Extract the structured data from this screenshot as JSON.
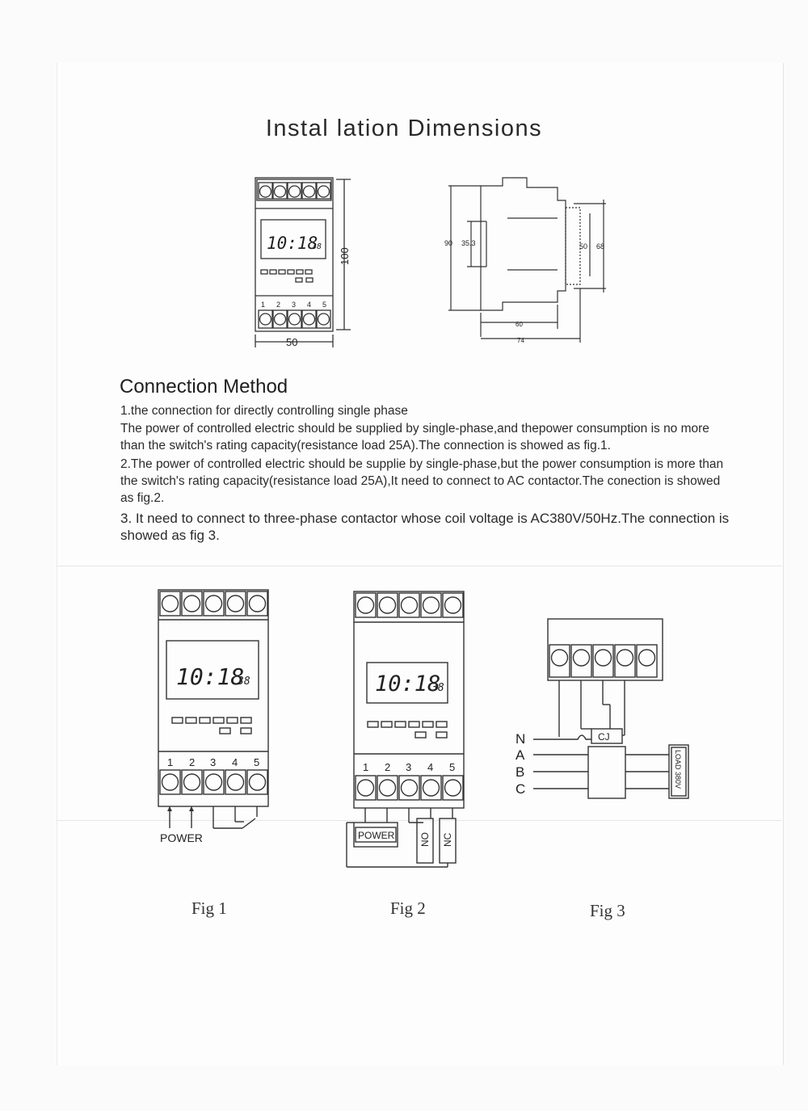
{
  "title": "Instal lation Dimensions",
  "dimensions": {
    "front": {
      "lcd_time": "10:18",
      "lcd_sec": "38",
      "terminals": [
        "1",
        "2",
        "3",
        "4",
        "5"
      ],
      "width": "50",
      "height": "100"
    },
    "side": {
      "height_90": "90",
      "height_35_3": "35.3",
      "height_50": "50",
      "height_68": "68",
      "width_60": "60",
      "width_74": "74"
    }
  },
  "connection": {
    "heading": "Connection Method",
    "line1": "1.the connection for directly controlling single phase",
    "line2": "The power of controlled electric should be supplied by single-phase,and thepower consumption is no more than the switch's rating capacity(resistance load 25A).The connection is showed as fig.1.",
    "line3": "2.The power of controlled electric should be supplie by single-phase,but the power consumption is more than the switch's rating capacity(resistance load 25A),It need to connect to AC contactor.The conection is showed as fig.2.",
    "line4": "3. It need to connect to three-phase contactor whose coil voltage  is AC380V/50Hz.The connection is showed as fig 3."
  },
  "figures": {
    "fig1": {
      "label": "Fig 1",
      "lcd_time": "10:18",
      "lcd_sec": "38",
      "terminals": [
        "1",
        "2",
        "3",
        "4",
        "5"
      ],
      "power_label": "POWER"
    },
    "fig2": {
      "label": "Fig 2",
      "lcd_time": "10:18",
      "lcd_sec": "38",
      "terminals": [
        "1",
        "2",
        "3",
        "4",
        "5"
      ],
      "power_label": "POWER",
      "no_label": "NO",
      "nc_label": "NC"
    },
    "fig3": {
      "label": "Fig 3",
      "phases": [
        "N",
        "A",
        "B",
        "C"
      ],
      "contactor_label": "CJ",
      "load_label": "LOAD 380V"
    }
  }
}
